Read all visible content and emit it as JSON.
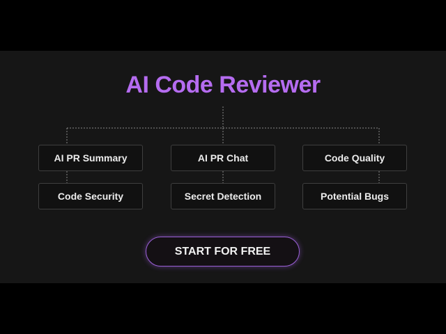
{
  "diagram": {
    "title": "AI Code Reviewer",
    "features": [
      {
        "primary": "AI PR Summary",
        "secondary": "Code Security"
      },
      {
        "primary": "AI PR Chat",
        "secondary": "Secret Detection"
      },
      {
        "primary": "Code Quality",
        "secondary": "Potential Bugs"
      }
    ]
  },
  "cta": {
    "label": "START FOR FREE"
  },
  "colors": {
    "title": "#b56cf0",
    "cta_border": "#9a5fd6",
    "panel_bg": "#161616",
    "box_border": "#3f3f3f"
  }
}
